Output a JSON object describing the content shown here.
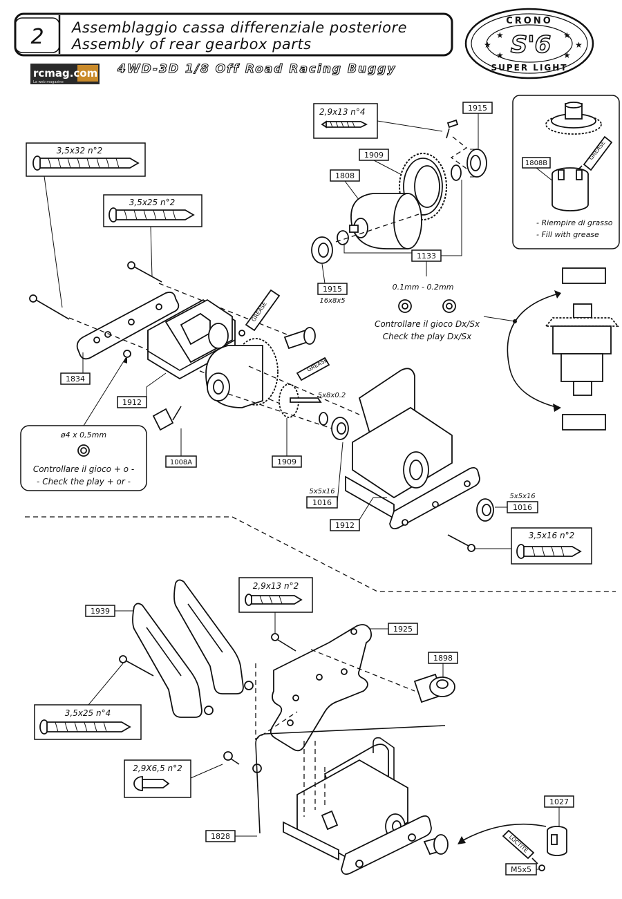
{
  "header": {
    "step_number": "2",
    "title_it": "Assemblaggio cassa differenziale posteriore",
    "title_en": "Assembly of rear gearbox parts",
    "subtitle": "4WD-3D 1/8 Off Road Racing Buggy",
    "brand_logo": "rcmag.com",
    "brand_tagline": "La web magazine"
  },
  "badge": {
    "top_text": "CRONO",
    "center_text": "S'6",
    "bottom_text": "SUPER LIGHT"
  },
  "screws": {
    "s_3_5x32": "3,5x32 n°2",
    "s_3_5x25": "3,5x25 n°2",
    "s_2_9x13_top": "2,9x13 n°4",
    "s_3_5x16": "3,5x16 n°2",
    "s_2_9x13_bot": "2,9x13 n°2",
    "s_3_5x25_bot": "3,5x25 n°4",
    "s_2_9x6_5": "2,9X6,5 n°2"
  },
  "parts": {
    "p1915a": "1915",
    "p1909a": "1909",
    "p1808": "1808",
    "p1915b": "1915",
    "p1133": "1133",
    "p1834": "1834",
    "p1912a": "1912",
    "p1008a": "1008A",
    "p1909b": "1909",
    "p1016a": "1016",
    "p1912b": "1912",
    "p1016b": "1016",
    "p1939": "1939",
    "p1925": "1925",
    "p1898": "1898",
    "p1828": "1828",
    "p1027": "1027",
    "p1808b": "1808B",
    "m5x5": "M5x5"
  },
  "dimensions": {
    "bearing_16x8x5": "16x8x5",
    "shim_5x8x0_2": "5x8x0.2",
    "bearing_5x5x16_a": "5x5x16",
    "bearing_5x5x16_b": "5x5x16",
    "shim_range": "0.1mm  -  0.2mm",
    "washer_4x0_5": "ø4 x 0,5mm"
  },
  "notes": {
    "grease_it": "- Riempire di grasso",
    "grease_en": "- Fill with grease",
    "play_dxsx_it": "Controllare il gioco Dx/Sx",
    "play_dxsx_en": "Check the play Dx/Sx",
    "play_pm_it": "Controllare il gioco + o -",
    "play_pm_en": "- Check the play + or -",
    "grease_tag": "GREASE",
    "loctite_tag": "LOCTITE"
  }
}
